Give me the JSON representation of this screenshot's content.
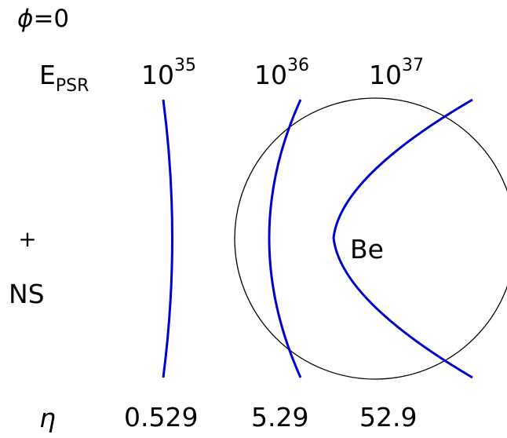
{
  "phase_label": {
    "symbol": "ϕ",
    "eq": "=0"
  },
  "epsr_label": {
    "main": "E",
    "sub": "PSR"
  },
  "luminosities": [
    {
      "base": "10",
      "exp": "35"
    },
    {
      "base": "10",
      "exp": "36"
    },
    {
      "base": "10",
      "exp": "37"
    }
  ],
  "eta_symbol": "η",
  "eta_values": [
    "0.529",
    "5.29",
    "52.9"
  ],
  "ns_marker": "+",
  "ns_label": "NS",
  "be_label": "Be",
  "colors": {
    "curve": "#0000cc",
    "circle": "#000000",
    "text": "#000000"
  }
}
